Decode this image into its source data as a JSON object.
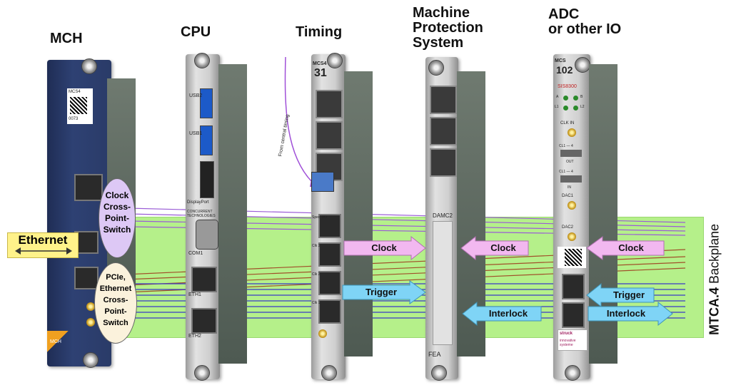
{
  "titles": {
    "mch": "MCH",
    "cpu": "CPU",
    "timing": "Timing",
    "mps_line1": "Machine",
    "mps_line2": "Protection",
    "mps_line3": "System",
    "adc_line1": "ADC",
    "adc_line2": "or other IO"
  },
  "backplane_label": {
    "bold": "MTCA.4",
    "normal": " Backplane"
  },
  "mch": {
    "ethernet": "Ethernet",
    "clock_switch": [
      "Clock",
      "Cross-",
      "Point-",
      "Switch"
    ],
    "pcie_switch": [
      "PCIe,",
      "Ethernet",
      "Cross-",
      "Point-",
      "Switch"
    ],
    "module_text": "MCS4",
    "serial": "0073",
    "bottom_text": "MCH"
  },
  "cpu": {
    "usb1": "USB1",
    "usb2": "USB2",
    "displayport": "DisplayPort",
    "com": "COM1",
    "eth1": "ETH1",
    "eth2": "ETH2",
    "brand": "CONCURRENT TECHNOLOGIES"
  },
  "timing": {
    "module_top": "MCS4",
    "module_num": "31",
    "central_timing": "From central timing",
    "clock_arrow": "Clock",
    "trigger_arrow": "Trigger",
    "port_labels": [
      "Spec. I/O",
      "Clk 3",
      "Clk 2",
      "Clk 1"
    ]
  },
  "mps": {
    "damc": "DAMC2",
    "fea": "FEA",
    "clock_arrow": "Clock",
    "interlock_arrow": "Interlock"
  },
  "adc": {
    "module_top": "MCS",
    "module_num": "102",
    "model": "SIS8300",
    "led_labels": [
      "A",
      "B",
      "L1",
      "L2"
    ],
    "clk_in": "CLK IN",
    "clk_out_label": "CL1 — 4",
    "out": "OUT",
    "clk_in_label": "CL1 — 4",
    "in": "IN",
    "dac1": "DAC1",
    "dac2": "DAC2",
    "clock_arrow": "Clock",
    "trigger_arrow": "Trigger",
    "interlock_arrow": "Interlock",
    "vendor_line1": "struck",
    "vendor_line2": "innovative systeme"
  },
  "colors": {
    "backplane": "#b5f08a",
    "clock_arrow": "#f2b8f0",
    "trigger_arrow": "#7fd4f6",
    "ethernet_box": "#fff28a",
    "clock_switch": "#ddc8f5",
    "pcie_switch": "#fbf2dc",
    "bus_purple": "#9a5cd6",
    "bus_blue": "#3a3ac8",
    "bus_brown": "#a0502a"
  }
}
